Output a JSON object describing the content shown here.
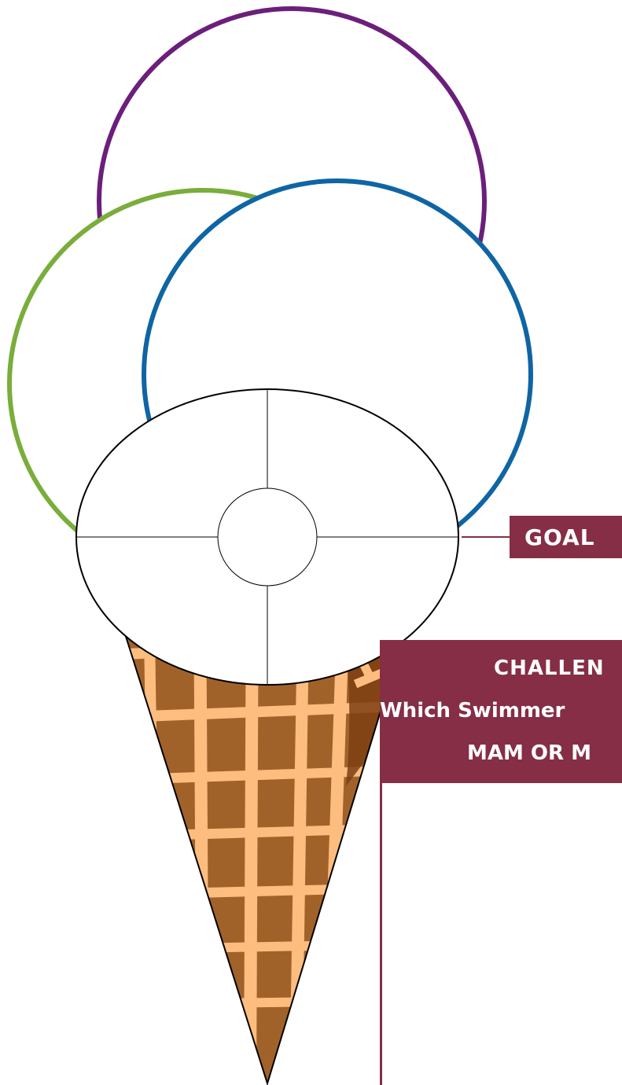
{
  "goal_label": "GOAL",
  "challenge": {
    "title": "CHALLEN",
    "question": "Which Swimmer",
    "options": "MAM OR M"
  },
  "colors": {
    "scoop_left": "#7aad3b",
    "scoop_top": "#6b1f7a",
    "scoop_right": "#0f65a4",
    "accent": "#852e45",
    "cone_dark": "#a1622a",
    "cone_light": "#fdbd7e"
  }
}
